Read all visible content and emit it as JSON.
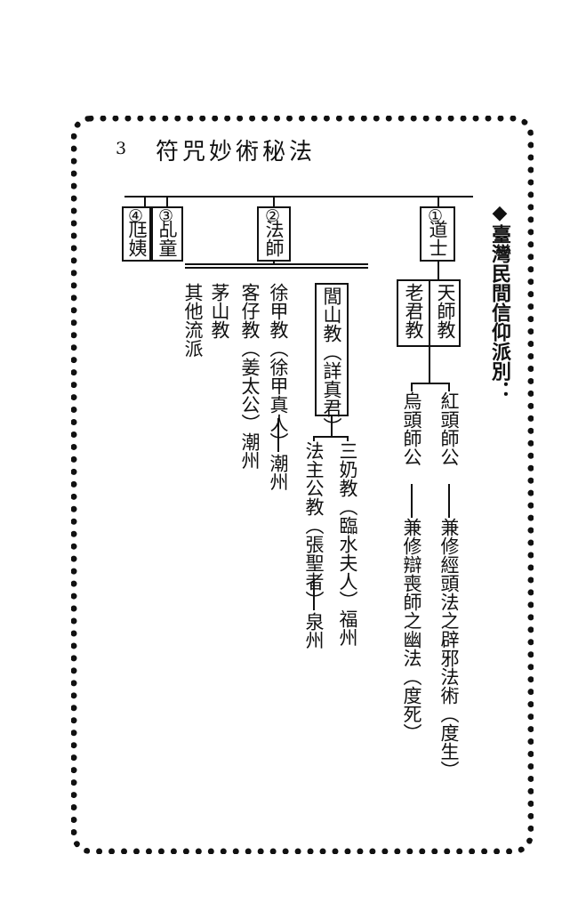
{
  "header": {
    "page_number": "3",
    "running_title": "符咒妙術秘法"
  },
  "section_title": "◆臺灣民間信仰派別：",
  "categories": [
    {
      "num": "①",
      "name": "道士"
    },
    {
      "num": "②",
      "name": "法師"
    },
    {
      "num": "③",
      "name": "乩童"
    },
    {
      "num": "④",
      "name": "尫姨"
    }
  ],
  "daoshi": {
    "tianshi": "天師教",
    "laojun": "老君教",
    "hongtou": "紅頭師公",
    "hongtou_desc": "兼修經頭法之辟邪法術（度生）",
    "wutou": "烏頭師公",
    "wutou_desc": "兼修辯喪師之幽法（度死）"
  },
  "fashi": {
    "lushan": "閭山教（詳真君）",
    "sannai": "三奶教（臨水夫人）福州",
    "fazhu": "法主公教（張聖者）",
    "fazhu_place": "泉州",
    "xujia": "徐甲教（徐甲真人）",
    "xujia_place": "潮州",
    "kezai": "客仔教（姜太公）潮州",
    "maoshan": "茅山教",
    "other": "其他流派"
  }
}
